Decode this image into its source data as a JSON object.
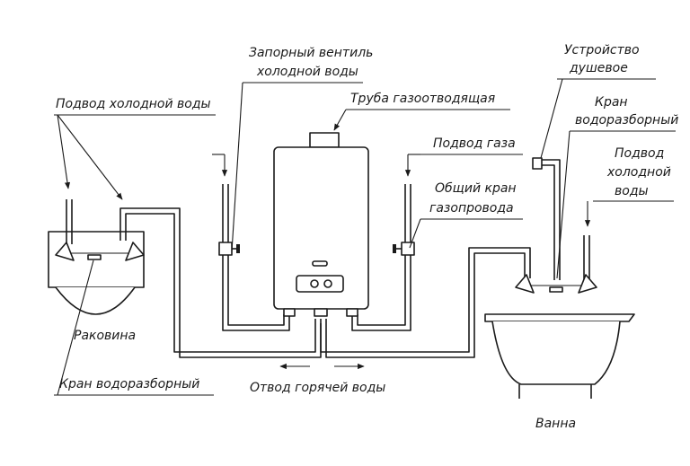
{
  "labels": {
    "cold_water_supply_left": "Подвод холодной воды",
    "shutoff_valve_line1": "Запорный вентиль",
    "shutoff_valve_line2": "холодной воды",
    "flue_pipe": "Труба газоотводящая",
    "gas_supply": "Подвод газа",
    "common_tap_line1": "Общий кран",
    "common_tap_line2": "газопровода",
    "shower_line1": "Устройство",
    "shower_line2": "душевое",
    "bath_tap_line1": "Кран",
    "bath_tap_line2": "водоразборный",
    "cold_water_right_line1": "Подвод",
    "cold_water_right_line2": "холодной",
    "cold_water_right_line3": "воды",
    "sink": "Раковина",
    "sink_tap": "Кран водоразборный",
    "hot_water_outlet": "Отвод горячей воды",
    "bathtub": "Ванна"
  }
}
